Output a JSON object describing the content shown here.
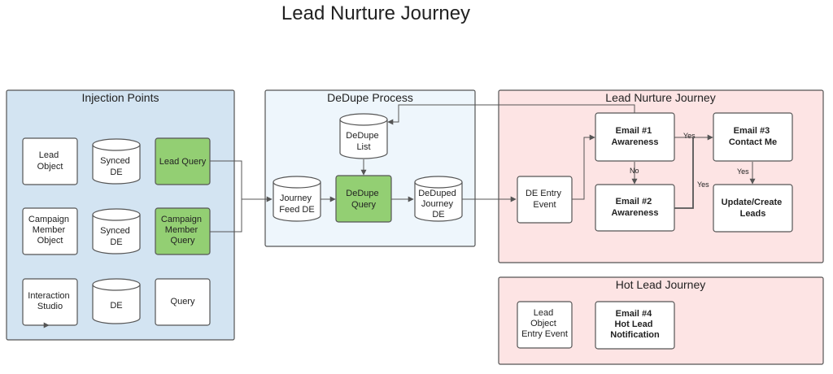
{
  "title": "Lead Nurture Journey",
  "colors": {
    "injection_fill": "#d3e4f2",
    "dedupe_fill": "#eef6fc",
    "journey_fill": "#fde4e4",
    "green_fill": "#93cf73",
    "node_fill": "#ffffff",
    "stroke": "#3a3a3a"
  },
  "containers": {
    "injection": {
      "label": "Injection Points"
    },
    "dedupe": {
      "label": "DeDupe Process"
    },
    "nurture": {
      "label": "Lead Nurture Journey"
    },
    "hot": {
      "label": "Hot Lead Journey"
    }
  },
  "nodes": {
    "lead_object": {
      "lines": [
        "Lead",
        "Object"
      ]
    },
    "synced_de_1": {
      "lines": [
        "Synced",
        "DE"
      ]
    },
    "lead_query": {
      "lines": [
        "Lead Query"
      ]
    },
    "campaign_member_object": {
      "lines": [
        "Campaign",
        "Member",
        "Object"
      ]
    },
    "synced_de_2": {
      "lines": [
        "Synced",
        "DE"
      ]
    },
    "campaign_member_query": {
      "lines": [
        "Campaign",
        "Member",
        "Query"
      ]
    },
    "interaction_studio": {
      "lines": [
        "Interaction",
        "Studio"
      ]
    },
    "de": {
      "lines": [
        "DE"
      ]
    },
    "query": {
      "lines": [
        "Query"
      ]
    },
    "dedupe_list": {
      "lines": [
        "DeDupe",
        "List"
      ]
    },
    "journey_feed_de": {
      "lines": [
        "Journey",
        "Feed DE"
      ]
    },
    "dedupe_query": {
      "lines": [
        "DeDupe",
        "Query"
      ]
    },
    "deduped_journey_de": {
      "lines": [
        "DeDuped",
        "Journey",
        "DE"
      ]
    },
    "de_entry_event": {
      "lines": [
        "DE Entry",
        "Event"
      ]
    },
    "email_1": {
      "lines": [
        "Email #1",
        "Awareness"
      ]
    },
    "email_2": {
      "lines": [
        "Email #2",
        "Awareness"
      ]
    },
    "email_3": {
      "lines": [
        "Email #3",
        "Contact Me"
      ]
    },
    "update_create_leads": {
      "lines": [
        "Update/Create",
        "Leads"
      ]
    },
    "lead_object_entry_event": {
      "lines": [
        "Lead",
        "Object",
        "Entry Event"
      ]
    },
    "email_4": {
      "lines": [
        "Email #4",
        "Hot Lead",
        "Notification"
      ]
    }
  },
  "edge_labels": {
    "yes_1": "Yes",
    "no_1": "No",
    "yes_2": "Yes",
    "yes_3": "Yes"
  }
}
